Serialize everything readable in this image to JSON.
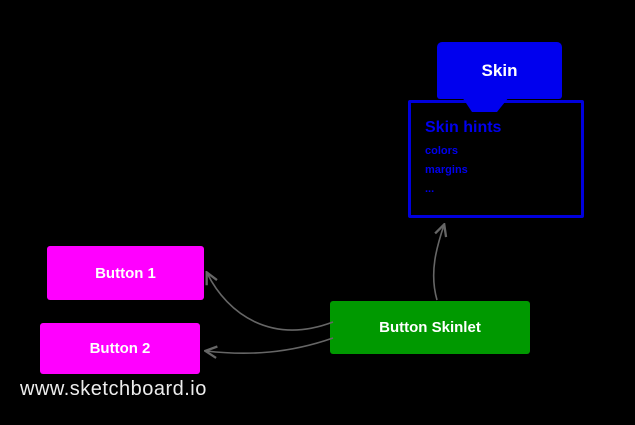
{
  "canvas": {
    "background_color": "#000000"
  },
  "nodes": {
    "skin": {
      "label": "Skin",
      "fill": "#0000ee",
      "text_color": "#ffffff"
    },
    "skin_hints": {
      "title": "Skin hints",
      "items": [
        "colors",
        "margins",
        "..."
      ],
      "border_color": "#0000dd",
      "text_color": "#0000ee",
      "fill": "#000000"
    },
    "button1": {
      "label": "Button 1",
      "fill": "#ff00ff",
      "text_color": "#ffffff"
    },
    "button2": {
      "label": "Button 2",
      "fill": "#ff00ff",
      "text_color": "#ffffff"
    },
    "button_skinlet": {
      "label": "Button Skinlet",
      "fill": "#009900",
      "text_color": "#ffffff"
    }
  },
  "connectors": {
    "color": "#666666"
  },
  "watermark": {
    "text": "www.sketchboard.io",
    "color": "#ededed"
  }
}
